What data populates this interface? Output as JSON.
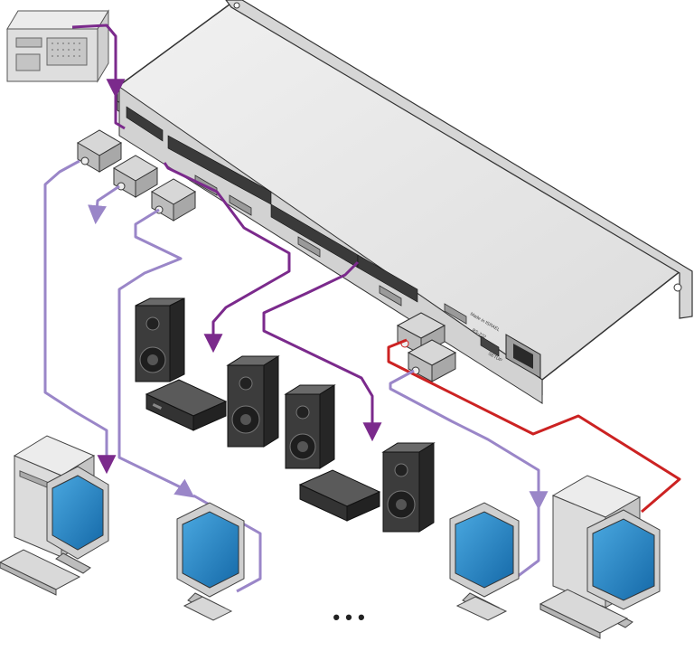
{
  "colors": {
    "purple": "#7b2a8c",
    "lavender": "#9a86c8",
    "red": "#cc2222",
    "chassis_top": "#e9e9e9",
    "chassis_front": "#c9c9c9",
    "outline": "#222222",
    "screen": "#1f86c9",
    "speaker": "#3c3c3c"
  },
  "rack_labels": {
    "made_in": "Made in ISRAEL",
    "rs232": "RS-232",
    "setup": "SETUP"
  },
  "ellipsis": "• • •",
  "icons": [
    "audio-source-player",
    "matrix-switcher",
    "vga-connector",
    "power-socket",
    "amplifier",
    "speaker",
    "desktop-computer",
    "lcd-monitor"
  ]
}
